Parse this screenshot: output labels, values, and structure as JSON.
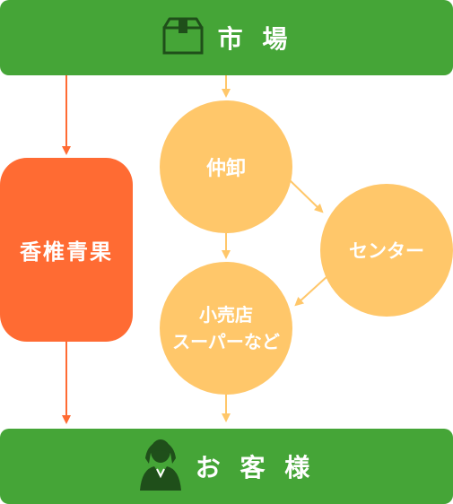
{
  "top_bar": {
    "label": "市 場",
    "icon": "box-icon"
  },
  "bottom_bar": {
    "label": "お 客 様",
    "icon": "person-icon"
  },
  "nodes": {
    "shiitake": "香椎青果",
    "wholesale": "仲卸",
    "center": "センター",
    "retail_line1": "小売店",
    "retail_line2": "スーパーなど"
  },
  "colors": {
    "green": "#45a537",
    "orange": "#ff6b33",
    "yellow": "#ffc76a",
    "dark_green_icon": "#1f4f1a"
  }
}
